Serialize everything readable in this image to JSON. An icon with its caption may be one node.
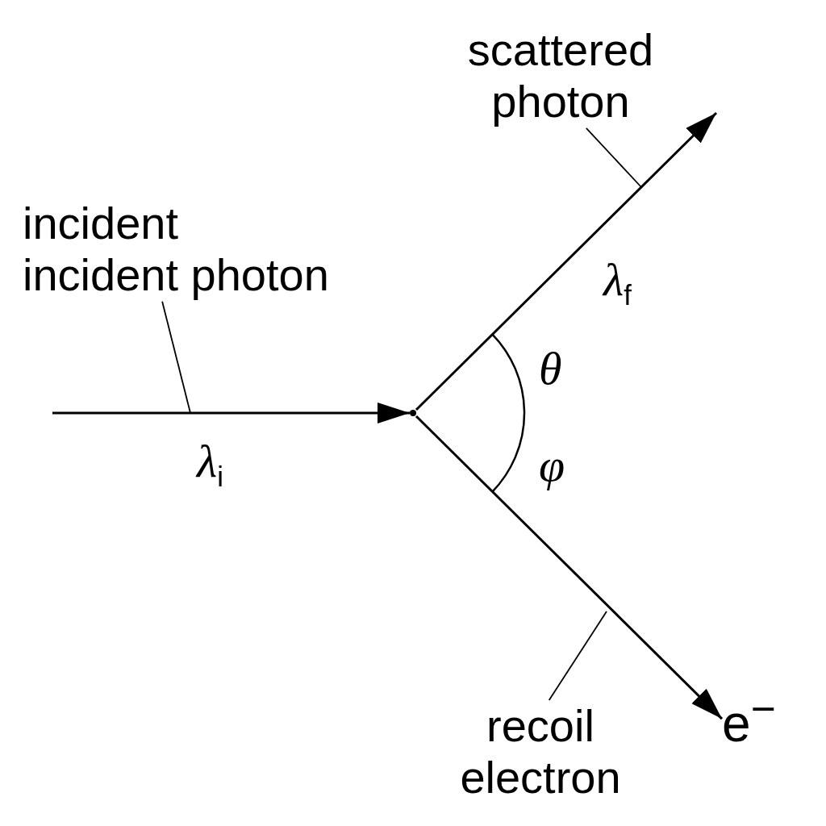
{
  "diagram": {
    "nodes": [
      {
        "text": [
          "incident incident photon"
        ]
      },
      {
        "text": [
          "scattered photon"
        ]
      },
      {
        "text": [
          "recoil electron"
        ]
      },
      {
        "text": [],
        "shape": "point"
      },
      {
        "text": [
          "e$^{−}$"
        ]
      }
    ],
    "edges": [
      {
        "from": null,
        "to": 3,
        "arrow": "to"
      },
      {
        "from": 3,
        "to": null,
        "arrow": "to"
      },
      {
        "from": 3,
        "to": 4,
        "arrow": "to"
      },
      {
        "from": 0,
        "to": null,
        "arrow": "none"
      },
      {
        "from": 1,
        "to": null,
        "arrow": "none"
      },
      {
        "from": 2,
        "to": null,
        "arrow": "none"
      }
    ],
    "labels": [
      "λ$_{f}$",
      "θ",
      "λ$_{i}$",
      "φ"
    ]
  }
}
